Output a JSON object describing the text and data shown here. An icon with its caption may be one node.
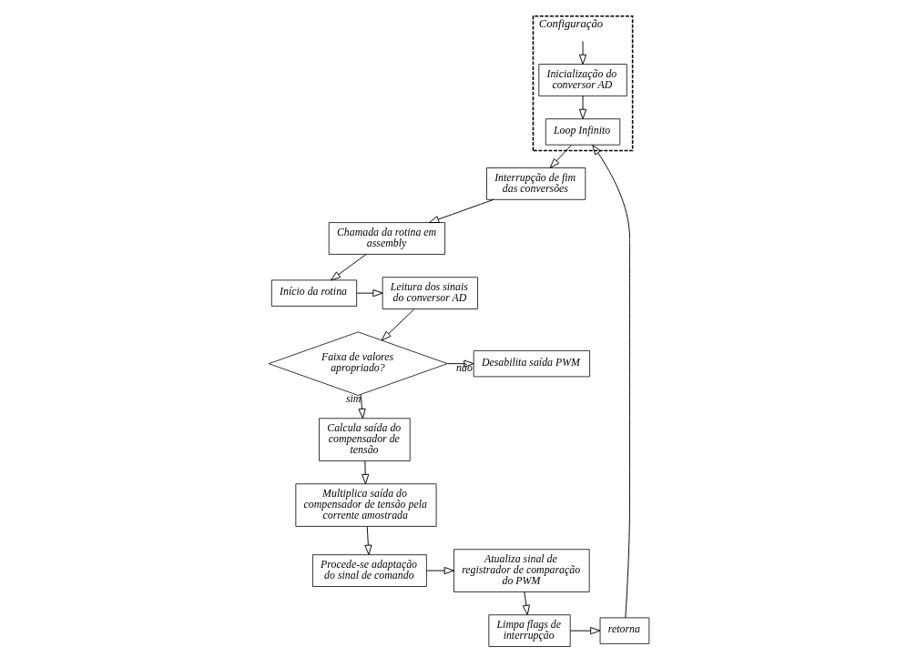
{
  "diagram": {
    "nodes": [
      {
        "text": [
          "Configuração"
        ]
      },
      {
        "text": [
          "Inicialização do conversor AD"
        ],
        "in": 0
      },
      {
        "text": [
          "Loop Infinito"
        ],
        "in": 0
      },
      {
        "text": [
          "Interrupção de fim das conversões"
        ]
      },
      {
        "text": [
          "Chamada da rotina em assembly"
        ]
      },
      {
        "text": [
          "Início da rotina"
        ]
      },
      {
        "text": [
          "Leitura dos sinais do conversor AD"
        ]
      },
      {
        "text": [
          "Faixa de valores apropriado?"
        ]
      },
      {
        "text": [
          "Desabilita saída PWM"
        ]
      },
      {
        "text": [
          "Calcula saída do compensador de tensão"
        ]
      },
      {
        "text": [
          "Multiplica saída do compensador de tensão pela corrente amostrada"
        ]
      },
      {
        "text": [
          "Procede-se adaptação do sinal de comando"
        ]
      },
      {
        "text": [
          "Atualiza sinal de registrador de comparação do PWM"
        ]
      },
      {
        "text": [
          "Limpa flags de interrupção"
        ]
      },
      {
        "text": [
          "retorna"
        ]
      }
    ],
    "edges": [
      {
        "from": null,
        "to": 1,
        "arrow": "to"
      },
      {
        "from": 1,
        "to": 2,
        "arrow": "to"
      },
      {
        "from": 2,
        "to": 3,
        "arrow": "to"
      },
      {
        "from": 3,
        "to": 4,
        "arrow": "to"
      },
      {
        "from": 4,
        "to": 5,
        "arrow": "to"
      },
      {
        "from": 5,
        "to": 6,
        "arrow": "to"
      },
      {
        "from": 6,
        "to": 7,
        "arrow": "to"
      },
      {
        "from": 7,
        "to": 8,
        "arrow": "to",
        "label": "não"
      },
      {
        "from": 7,
        "to": 9,
        "arrow": "to",
        "label": "sim"
      },
      {
        "from": 9,
        "to": 10,
        "arrow": "to"
      },
      {
        "from": 10,
        "to": 11,
        "arrow": "to"
      },
      {
        "from": 11,
        "to": 12,
        "arrow": "to"
      },
      {
        "from": 12,
        "to": 13,
        "arrow": "to"
      },
      {
        "from": 13,
        "to": 14,
        "arrow": "to"
      },
      {
        "from": 14,
        "to": 2,
        "arrow": "to"
      }
    ]
  }
}
